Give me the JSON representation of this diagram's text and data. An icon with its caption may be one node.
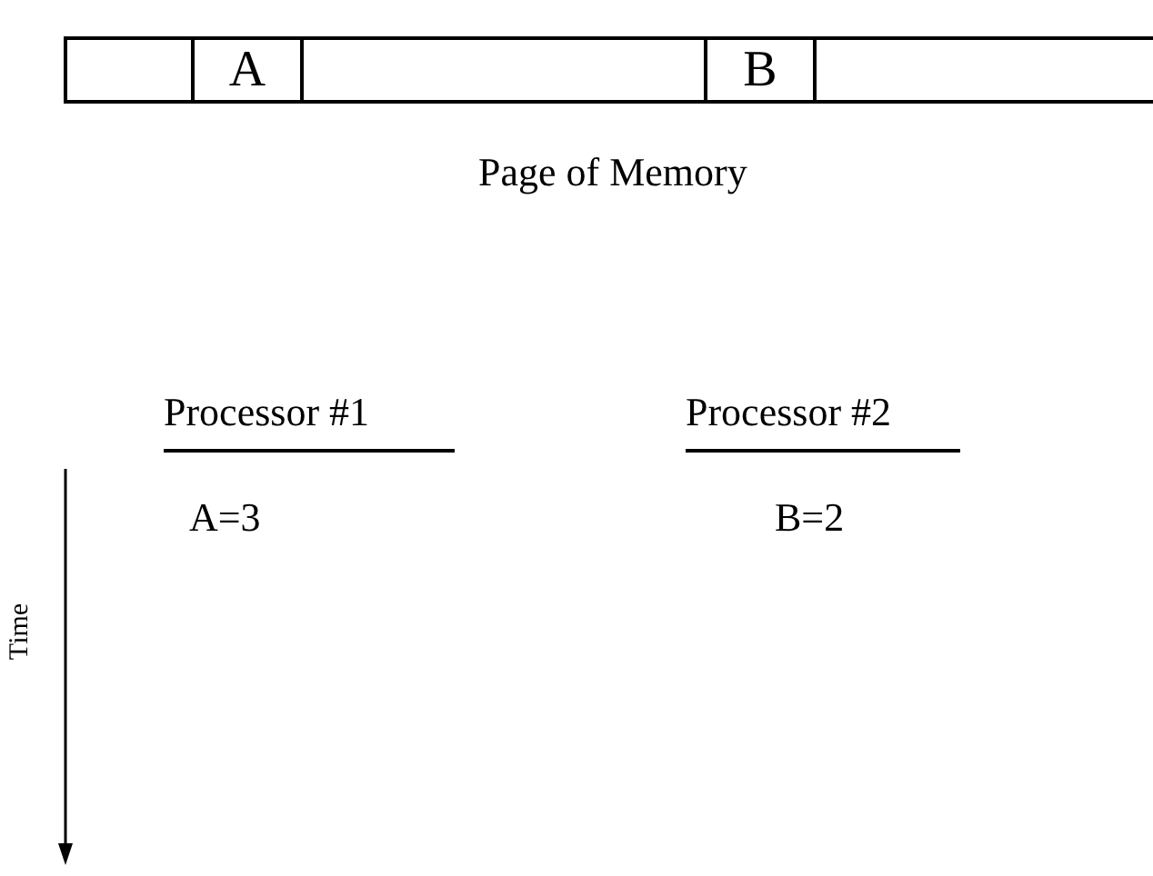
{
  "diagram": {
    "nodes": [
      {
        "text": [],
        "shape": "box"
      },
      {
        "text": [
          "A"
        ]
      },
      {
        "text": [],
        "shape": "box"
      },
      {
        "text": [
          "B"
        ]
      },
      {
        "text": [],
        "shape": "box"
      }
    ],
    "edges": [],
    "labels": [
      "Page of Memory",
      "Processor #1",
      "Processor #2",
      "A=3",
      "B=2",
      "Time"
    ]
  }
}
